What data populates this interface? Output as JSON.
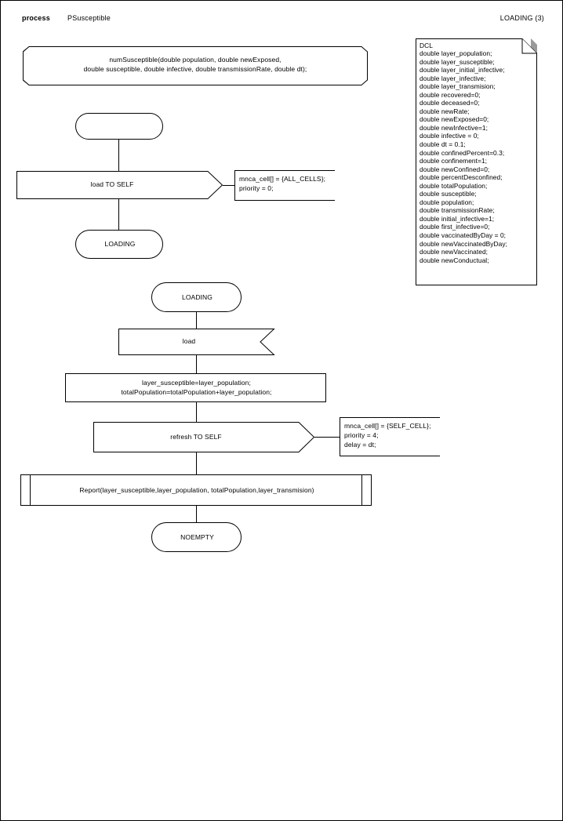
{
  "header": {
    "keyword": "process",
    "name": "PSusceptible",
    "page_ref": "LOADING (3)"
  },
  "procedure_header": {
    "line1": "numSusceptible(double population, double newExposed,",
    "line2": "double susceptible, double infective, double transmissionRate, double dt);"
  },
  "declaration_note": {
    "title": "DCL",
    "lines": [
      "double layer_population;",
      "double layer_susceptible;",
      "double layer_initial_infective;",
      "double layer_infective;",
      "double layer_transmision;",
      "double recovered=0;",
      "double deceased=0;",
      "double newRate;",
      "double newExposed=0;",
      "double newInfective=1;",
      "double infective = 0;",
      "double dt = 0.1;",
      "double confinedPercent=0.3;",
      "double confinement=1;",
      "double newConfined=0;",
      "double percentDesconfined;",
      "double totalPopulation;",
      "double susceptible;",
      "double population;",
      "double transmissionRate;",
      "double initial_infective=1;",
      "double first_infective=0;",
      "double vaccinatedByDay = 0;",
      "double newVaccinatedByDay;",
      "double newVaccinated;",
      "double newConductual;"
    ]
  },
  "flow": {
    "start_state_label": "",
    "output_load_to_self": "load TO SELF",
    "output_load_comment_line1": "mnca_cell[] = {ALL_CELLS};",
    "output_load_comment_line2": "priority = 0;",
    "state_loading_1": "LOADING",
    "state_loading_2": "LOADING",
    "input_load": "load",
    "task_line1": "layer_susceptible=layer_population;",
    "task_line2": "totalPopulation=totalPopulation+layer_population;",
    "output_refresh_to_self": "refresh TO SELF",
    "refresh_comment_line1": "mnca_cell[] = {SELF_CELL};",
    "refresh_comment_line2": "priority = 4;",
    "refresh_comment_line3": "delay = dt;",
    "procedure_call": "Report(layer_susceptible,layer_population, totalPopulation,layer_transmision)",
    "state_noempty": "NOEMPTY"
  },
  "colors": {
    "stroke": "#000000",
    "shadow": "#9a9a9a",
    "background": "#ffffff"
  }
}
